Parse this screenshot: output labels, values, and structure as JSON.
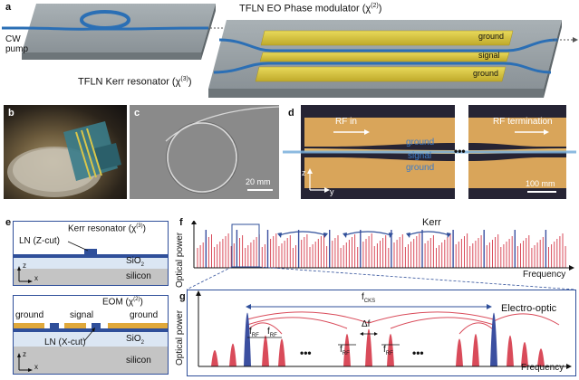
{
  "panels": {
    "a": {
      "letter": "a",
      "cw_line1": "CW",
      "cw_line2": "pump",
      "kerr_label": "TFLN Kerr resonator (χ",
      "kerr_sup": "(3)",
      "eo_label": "TFLN EO Phase modulator (χ",
      "eo_sup": "(2)",
      "electrodes": [
        "ground",
        "signal",
        "ground"
      ]
    },
    "b": {
      "letter": "b"
    },
    "c": {
      "letter": "c",
      "scale": "20 mm"
    },
    "d": {
      "letter": "d",
      "rf_in": "RF in",
      "rf_term": "RF termination",
      "electrodes": [
        "ground",
        "signal",
        "ground"
      ],
      "ellipsis": "•••",
      "axis_z": "z",
      "axis_y": "y",
      "scale": "100 mm"
    },
    "e": {
      "letter": "e",
      "top": {
        "kerr_label": "Kerr resonator (χ",
        "kerr_sup": "(3)",
        "ln_label": "LN (Z-cut)",
        "sio2": "SiO",
        "sio2_sub": "2",
        "silicon": "silicon",
        "axis_z": "z",
        "axis_x": "x"
      },
      "bottom": {
        "eom_label": "EOM (χ",
        "eom_sup": "(2)",
        "ground_left": "ground",
        "signal": "signal",
        "ground_right": "ground",
        "ln_label": "LN (X-cut)",
        "sio2": "SiO",
        "sio2_sub": "2",
        "silicon": "silicon",
        "axis_z": "z",
        "axis_x": "x"
      }
    },
    "f": {
      "letter": "f",
      "ylabel": "Optical power",
      "xlabel": "Frequency",
      "kerr": "Kerr"
    },
    "g": {
      "letter": "g",
      "ylabel": "Optical power",
      "xlabel": "Frequency",
      "fcks": "f",
      "fcks_sub": "CKS",
      "eo": "Electro-optic",
      "df": "Δf",
      "frf": "f",
      "frf_sub": "RF",
      "ellipsis": "•••"
    }
  },
  "colors": {
    "waveguide": "#2b6fb5",
    "electrode": "#d8c43a",
    "chip": "#8c959a",
    "comb_red": "#d94b5a",
    "comb_blue": "#3b4fa0",
    "arrow_blue": "#2f4f9a"
  }
}
